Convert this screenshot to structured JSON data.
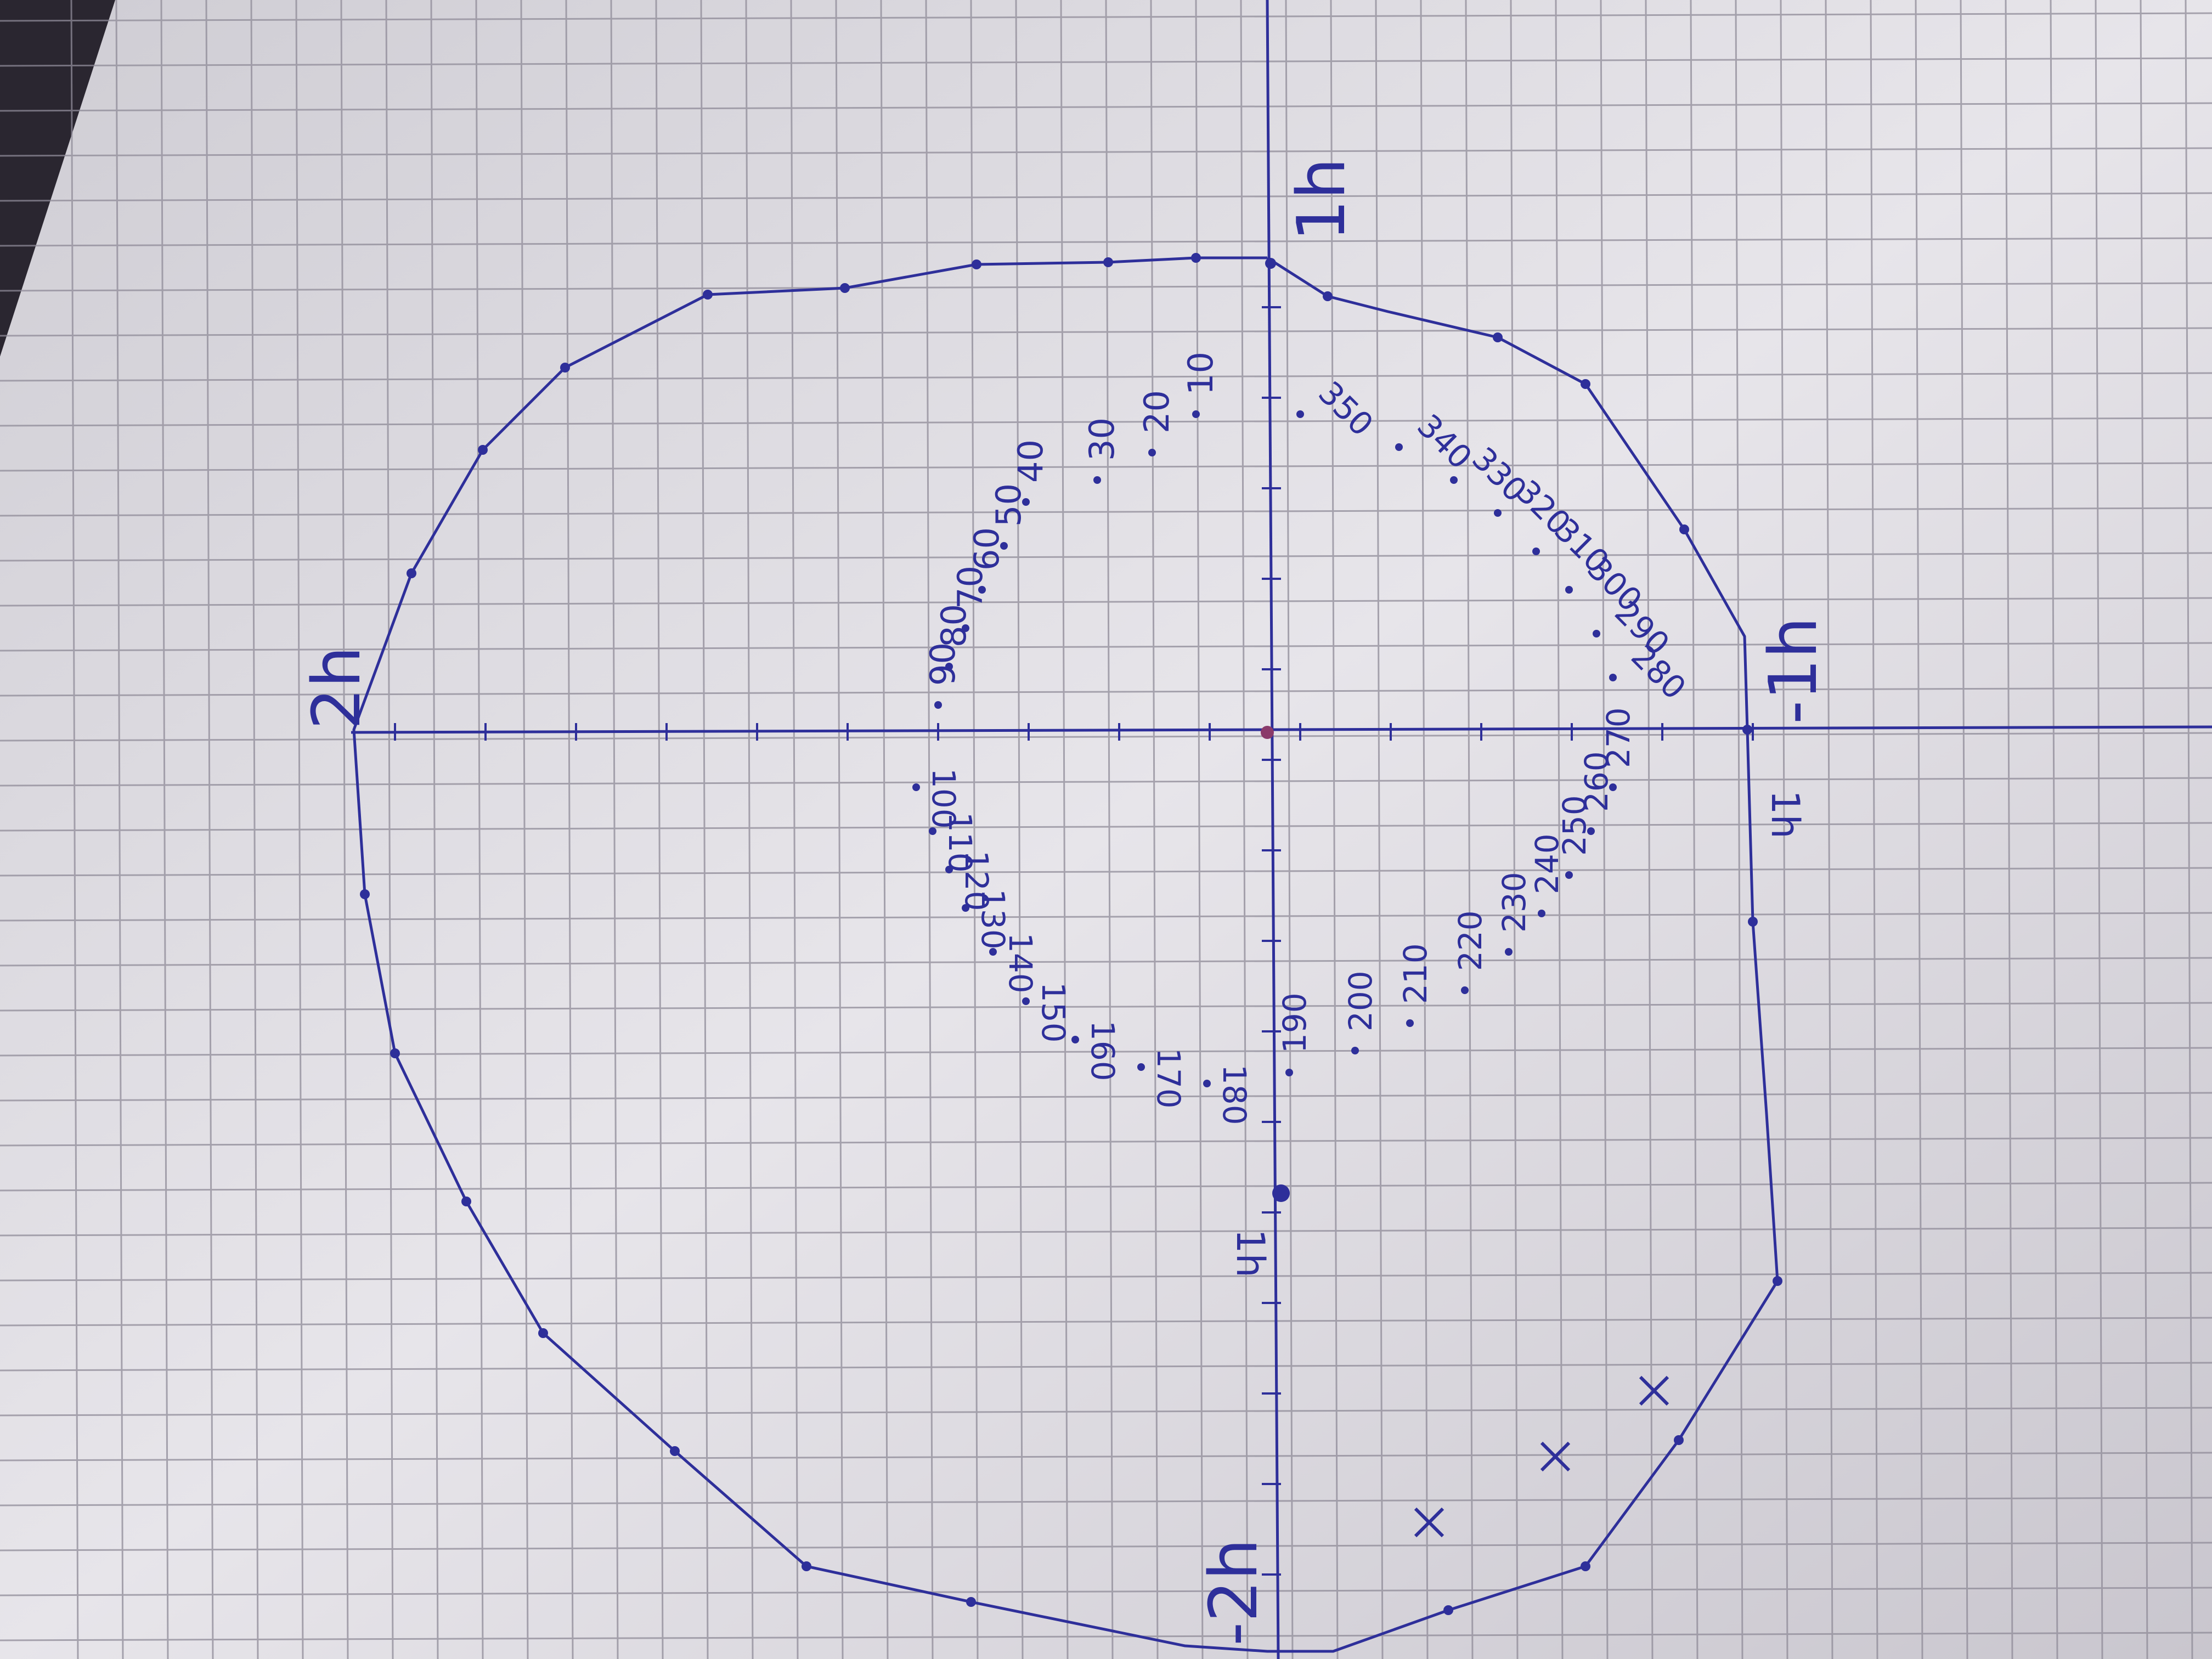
{
  "photo": {
    "paper_color": "#e4e2e6",
    "grid_color": "#8f8b98",
    "ink_color": "#2e2f9a",
    "edge_color": "#2a2630"
  },
  "axis_labels": {
    "top": "1h",
    "bottom": "-2h",
    "left": "2h",
    "right": "-1h",
    "upper_right_edge": "1h",
    "positive_x_tick": "1h",
    "lower_tick": "1h"
  },
  "angle_labels": {
    "upper_left": [
      "10",
      "20",
      "30",
      "40",
      "50",
      "60",
      "70",
      "80",
      "90"
    ],
    "lower_left": [
      "100",
      "110",
      "120",
      "130",
      "140",
      "150",
      "160",
      "170",
      "180"
    ],
    "lower_right": [
      "190",
      "200",
      "210",
      "220",
      "230",
      "240",
      "250",
      "260",
      "270"
    ],
    "upper_right": [
      "280",
      "290",
      "300",
      "310",
      "320",
      "330",
      "340",
      "350"
    ]
  }
}
